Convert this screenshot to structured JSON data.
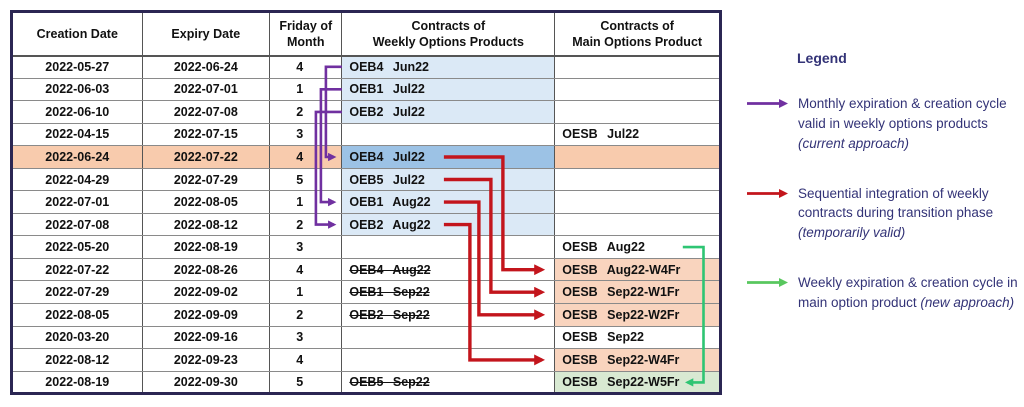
{
  "table": {
    "headers": [
      "Creation Date",
      "Expiry Date",
      "Friday of\nMonth",
      "Contracts of\nWeekly Options Products",
      "Contracts of\nMain Options Product"
    ],
    "rows": [
      {
        "creation": "2022-05-27",
        "expiry": "2022-06-24",
        "friday": "4",
        "weekly": {
          "label": "OEB4 Jun22",
          "bg": "blue",
          "struck": false
        },
        "main": {
          "label": "",
          "bg": "none"
        },
        "highlight": false
      },
      {
        "creation": "2022-06-03",
        "expiry": "2022-07-01",
        "friday": "1",
        "weekly": {
          "label": "OEB1 Jul22",
          "bg": "blue",
          "struck": false
        },
        "main": {
          "label": "",
          "bg": "none"
        },
        "highlight": false
      },
      {
        "creation": "2022-06-10",
        "expiry": "2022-07-08",
        "friday": "2",
        "weekly": {
          "label": "OEB2 Jul22",
          "bg": "blue",
          "struck": false
        },
        "main": {
          "label": "",
          "bg": "none"
        },
        "highlight": false
      },
      {
        "creation": "2022-04-15",
        "expiry": "2022-07-15",
        "friday": "3",
        "weekly": {
          "label": "",
          "bg": "none",
          "struck": false
        },
        "main": {
          "label": "OESB Jul22",
          "bg": "none"
        },
        "highlight": false
      },
      {
        "creation": "2022-06-24",
        "expiry": "2022-07-22",
        "friday": "4",
        "weekly": {
          "label": "OEB4 Jul22",
          "bg": "darkblue",
          "struck": false
        },
        "main": {
          "label": "",
          "bg": "highlight"
        },
        "highlight": true
      },
      {
        "creation": "2022-04-29",
        "expiry": "2022-07-29",
        "friday": "5",
        "weekly": {
          "label": "OEB5 Jul22",
          "bg": "blue",
          "struck": false
        },
        "main": {
          "label": "",
          "bg": "none"
        },
        "highlight": false
      },
      {
        "creation": "2022-07-01",
        "expiry": "2022-08-05",
        "friday": "1",
        "weekly": {
          "label": "OEB1 Aug22",
          "bg": "blue",
          "struck": false
        },
        "main": {
          "label": "",
          "bg": "none"
        },
        "highlight": false
      },
      {
        "creation": "2022-07-08",
        "expiry": "2022-08-12",
        "friday": "2",
        "weekly": {
          "label": "OEB2 Aug22",
          "bg": "blue",
          "struck": false
        },
        "main": {
          "label": "",
          "bg": "none"
        },
        "highlight": false
      },
      {
        "creation": "2022-05-20",
        "expiry": "2022-08-19",
        "friday": "3",
        "weekly": {
          "label": "",
          "bg": "none",
          "struck": false
        },
        "main": {
          "label": "OESB Aug22",
          "bg": "none"
        },
        "highlight": false
      },
      {
        "creation": "2022-07-22",
        "expiry": "2022-08-26",
        "friday": "4",
        "weekly": {
          "label": "OEB4 Aug22",
          "bg": "none",
          "struck": true
        },
        "main": {
          "label": "OESB Aug22-W4Fr",
          "bg": "peach"
        },
        "highlight": false
      },
      {
        "creation": "2022-07-29",
        "expiry": "2022-09-02",
        "friday": "1",
        "weekly": {
          "label": "OEB1 Sep22",
          "bg": "none",
          "struck": true
        },
        "main": {
          "label": "OESB Sep22-W1Fr",
          "bg": "peach"
        },
        "highlight": false
      },
      {
        "creation": "2022-08-05",
        "expiry": "2022-09-09",
        "friday": "2",
        "weekly": {
          "label": "OEB2 Sep22",
          "bg": "none",
          "struck": true
        },
        "main": {
          "label": "OESB Sep22-W2Fr",
          "bg": "peach"
        },
        "highlight": false
      },
      {
        "creation": "2020-03-20",
        "expiry": "2022-09-16",
        "friday": "3",
        "weekly": {
          "label": "",
          "bg": "none",
          "struck": false
        },
        "main": {
          "label": "OESB Sep22",
          "bg": "none"
        },
        "highlight": false
      },
      {
        "creation": "2022-08-12",
        "expiry": "2022-09-23",
        "friday": "4",
        "weekly": {
          "label": "",
          "bg": "none",
          "struck": false
        },
        "main": {
          "label": "OESB Sep22-W4Fr",
          "bg": "peach"
        },
        "highlight": false
      },
      {
        "creation": "2022-08-19",
        "expiry": "2022-09-30",
        "friday": "5",
        "weekly": {
          "label": "OEB5 Sep22",
          "bg": "none",
          "struck": true
        },
        "main": {
          "label": "OESB Sep22-W5Fr",
          "bg": "green"
        },
        "highlight": false
      }
    ]
  },
  "connectors": [
    {
      "color": "purple",
      "from_row": 1,
      "to_row": 5
    },
    {
      "color": "purple",
      "from_row": 2,
      "to_row": 7
    },
    {
      "color": "purple",
      "from_row": 3,
      "to_row": 8
    },
    {
      "color": "red",
      "from_row": 5,
      "to_row": 10
    },
    {
      "color": "red",
      "from_row": 6,
      "to_row": 11
    },
    {
      "color": "red",
      "from_row": 7,
      "to_row": 12
    },
    {
      "color": "red",
      "from_row": 8,
      "to_row": 14
    },
    {
      "color": "green",
      "from_row": 9,
      "to_row": 15
    }
  ],
  "legend": {
    "title": "Legend",
    "items": [
      {
        "arrow": "purple",
        "text": "Monthly expiration & creation cycle valid in weekly options products",
        "note": "(current approach)"
      },
      {
        "arrow": "red",
        "text": "Sequential integration of weekly contracts during transition phase",
        "note": "(temporarily valid)"
      },
      {
        "arrow": "green",
        "text": "Weekly expiration & creation cycle in main option product",
        "note": "(new approach)"
      }
    ]
  },
  "colors": {
    "row_highlight": "#F8CBAD",
    "weekly_light_blue": "#DBE9F6",
    "weekly_dark_blue": "#9CC2E5",
    "main_peach": "#F9D4BE",
    "main_green": "#D8E9D2",
    "purple_arrow": "#7030A0",
    "red_arrow": "#C3151C",
    "green_arrow": "#2EC573",
    "legend_green_arrow": "#58C75E",
    "legend_text": "#333377",
    "table_border": "#2B2653"
  }
}
